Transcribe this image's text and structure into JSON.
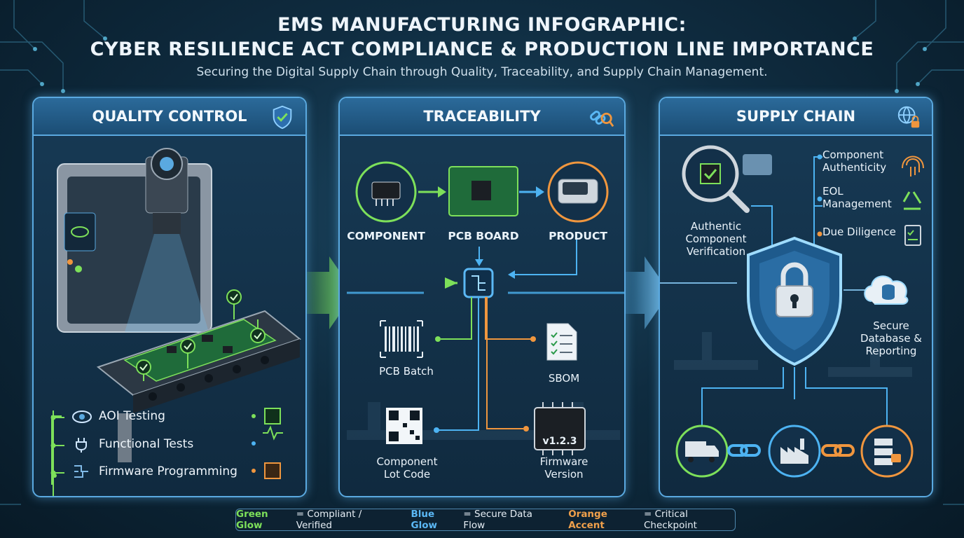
{
  "header": {
    "title_line1": "EMS MANUFACTURING INFOGRAPHIC:",
    "title_line2": "CYBER RESILIENCE ACT COMPLIANCE & PRODUCTION LINE IMPORTANCE",
    "subtitle": "Securing the Digital Supply Chain through Quality, Traceability, and Supply Chain Management."
  },
  "quality_control": {
    "title": "QUALITY CONTROL",
    "items": [
      "AOI Testing",
      "Functional Tests",
      "Firmware Programming"
    ]
  },
  "traceability": {
    "title": "TRACEABILITY",
    "flow": [
      "COMPONENT",
      "PCB BOARD",
      "PRODUCT"
    ],
    "pcb_batch": "PCB Batch",
    "sbom": "SBOM",
    "lot_code_1": "Component",
    "lot_code_2": "Lot Code",
    "firmware_1": "Firmware",
    "firmware_2": "Version",
    "firmware_version": "v1.2.3"
  },
  "supply_chain": {
    "title": "SUPPLY CHAIN",
    "verify_1": "Authentic",
    "verify_2": "Component",
    "verify_3": "Verification",
    "authenticity_1": "Component",
    "authenticity_2": "Authenticity",
    "eol_1": "EOL",
    "eol_2": "Management",
    "due_diligence": "Due Diligence",
    "secure_1": "Secure",
    "secure_2": "Database &",
    "secure_3": "Reporting"
  },
  "legend": {
    "green_key": "Green Glow",
    "green_text": "= Compliant / Verified",
    "blue_key": "Blue Glow",
    "blue_text": "= Secure Data Flow",
    "orange_key": "Orange Accent",
    "orange_text": "= Critical Checkpoint"
  },
  "colors": {
    "green": "#6fdc4e",
    "blue": "#4db3f2",
    "orange": "#f0963e",
    "panel_border": "#5aa9e0"
  },
  "icons": [
    "shield-check-icon",
    "link-magnifier-icon",
    "globe-lock-icon",
    "eye-icon",
    "plug-icon",
    "chip-icon",
    "barcode-icon",
    "qr-code-icon",
    "document-check-icon",
    "fingerprint-icon",
    "recycle-icon",
    "clipboard-icon",
    "cloud-database-icon",
    "padlock-shield-icon",
    "truck-icon",
    "factory-icon",
    "server-lock-icon"
  ]
}
